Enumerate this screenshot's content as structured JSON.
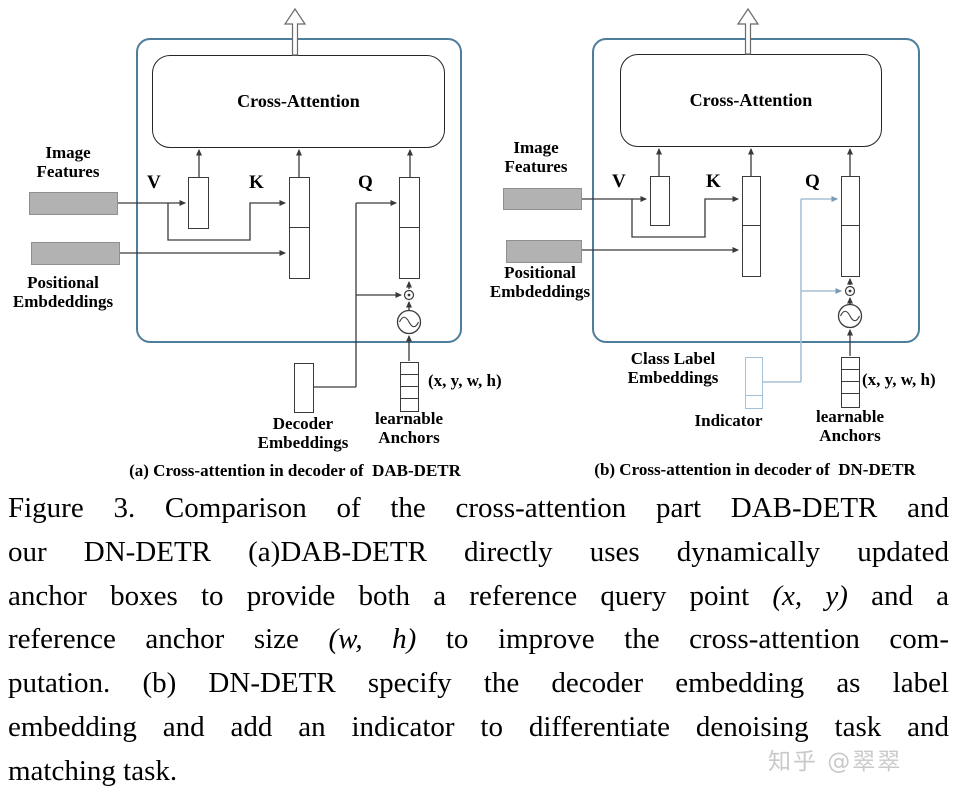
{
  "colors": {
    "container_border": "#4e7d9b",
    "line": "#3a3a3a",
    "highlight_line": "#a6c1d6",
    "gray_box_fill": "#b2b2b2",
    "watermark_gray": "#c9c9c9"
  },
  "panel_a": {
    "cross_attention_label": "Cross-Attention",
    "v_label": "V",
    "k_label": "K",
    "q_label": "Q",
    "image_features_label": "Image\nFeatures",
    "positional_embeddings_label": "Positional\nEmbdeddings",
    "decoder_embeddings_label": "Decoder\nEmbeddings",
    "learnable_anchors_label": "learnable\nAnchors",
    "anchor_tuple_label": "(x, y, w, h)",
    "subcaption": "(a) Cross-attention in decoder of  DAB-DETR"
  },
  "panel_b": {
    "cross_attention_label": "Cross-Attention",
    "v_label": "V",
    "k_label": "K",
    "q_label": "Q",
    "image_features_label": "Image\nFeatures",
    "positional_embeddings_label": "Positional\nEmbdeddings",
    "class_label_embeddings_label": "Class Label\nEmbeddings",
    "indicator_label": "Indicator",
    "learnable_anchors_label": "learnable\nAnchors",
    "anchor_tuple_label": "(x, y, w, h)",
    "subcaption": "(b) Cross-attention in decoder of  DN-DETR"
  },
  "figure_caption": {
    "line1": "Figure 3. Comparison of the cross-attention part DAB-DETR and",
    "line2": "our DN-DETR (a)DAB-DETR directly uses dynamically updated",
    "line3_pre": "anchor boxes to provide both a reference query point ",
    "line3_math": "(x, y)",
    "line3_post": " and a",
    "line4_pre": "reference anchor size ",
    "line4_math": "(w, h)",
    "line4_post": " to improve the cross-attention com-",
    "line5": "putation.  (b) DN-DETR specify the decoder embedding as label",
    "line6": "embedding and add an indicator to differentiate denoising task and",
    "line7": "matching task."
  },
  "watermark": "知乎 @翠翠"
}
